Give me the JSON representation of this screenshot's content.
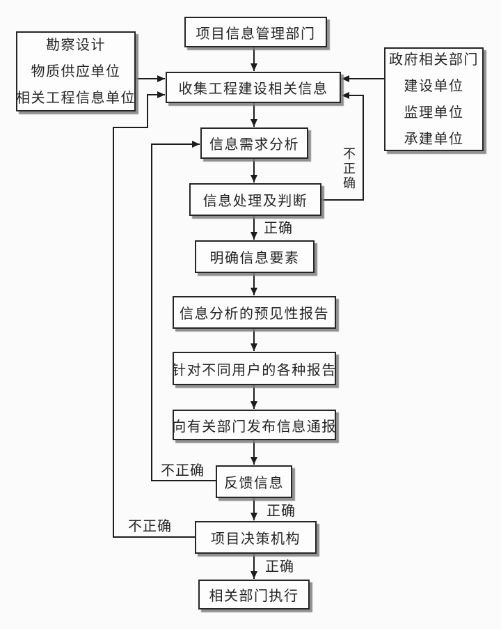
{
  "diagram": {
    "nodes": {
      "top": {
        "label": "项目信息管理部门"
      },
      "collect": {
        "label": "收集工程建设相关信息"
      },
      "left_source": {
        "lines": [
          "勘察设计",
          "物质供应单位",
          "相关工程信息单位"
        ]
      },
      "right_source": {
        "lines": [
          "政府相关部门",
          "建设单位",
          "监理单位",
          "承建单位"
        ]
      },
      "need": {
        "label": "信息需求分析"
      },
      "process": {
        "label": "信息处理及判断"
      },
      "clarify": {
        "label": "明确信息要素"
      },
      "predict": {
        "label": "信息分析的预见性报告"
      },
      "reports": {
        "label": "针对不同用户的各种报告"
      },
      "publish": {
        "label": "向有关部门发布信息通报"
      },
      "feedback": {
        "label": "反馈信息"
      },
      "decision": {
        "label": "项目决策机构"
      },
      "execute": {
        "label": "相关部门执行"
      }
    },
    "edge_labels": {
      "correct": "正确",
      "incorrect": "不正确"
    },
    "edges": [
      {
        "from": "项目信息管理部门",
        "to": "收集工程建设相关信息",
        "label": ""
      },
      {
        "from": "勘察设计/物质供应单位/相关工程信息单位",
        "to": "收集工程建设相关信息",
        "label": ""
      },
      {
        "from": "政府相关部门/建设单位/监理单位/承建单位",
        "to": "收集工程建设相关信息",
        "label": ""
      },
      {
        "from": "收集工程建设相关信息",
        "to": "信息需求分析",
        "label": ""
      },
      {
        "from": "信息需求分析",
        "to": "信息处理及判断",
        "label": ""
      },
      {
        "from": "信息处理及判断",
        "to": "明确信息要素",
        "label": "正确"
      },
      {
        "from": "信息处理及判断",
        "to": "收集工程建设相关信息",
        "label": "不正确"
      },
      {
        "from": "明确信息要素",
        "to": "信息分析的预见性报告",
        "label": ""
      },
      {
        "from": "信息分析的预见性报告",
        "to": "针对不同用户的各种报告",
        "label": ""
      },
      {
        "from": "针对不同用户的各种报告",
        "to": "向有关部门发布信息通报",
        "label": ""
      },
      {
        "from": "向有关部门发布信息通报",
        "to": "反馈信息",
        "label": ""
      },
      {
        "from": "反馈信息",
        "to": "项目决策机构",
        "label": "正确"
      },
      {
        "from": "反馈信息",
        "to": "信息需求分析",
        "label": "不正确"
      },
      {
        "from": "项目决策机构",
        "to": "相关部门执行",
        "label": "正确"
      },
      {
        "from": "项目决策机构",
        "to": "收集工程建设相关信息",
        "label": "不正确"
      }
    ],
    "colors": {
      "background": "#fbfbfb",
      "box_fill": "#fdfdfd",
      "box_border": "#262626",
      "line": "#1c1c1c",
      "shadow": "#7d7d7d",
      "text": "#242424"
    }
  }
}
